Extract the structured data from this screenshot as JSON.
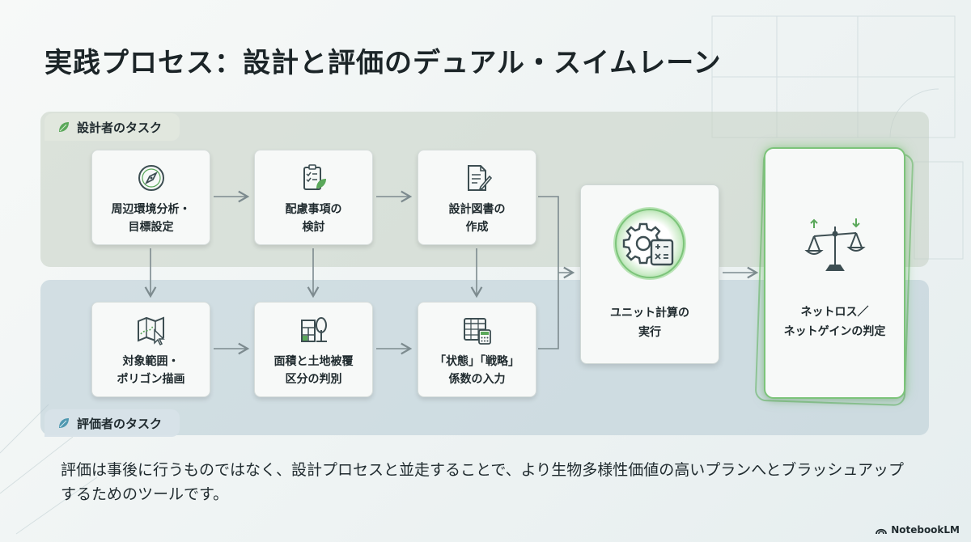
{
  "title": "実践プロセス：設計と評価のデュアル・スイムレーン",
  "lanes": {
    "designer": "設計者のタスク",
    "evaluator": "評価者のタスク"
  },
  "steps": {
    "survey": "周辺環境分析・\n目標設定",
    "consider": "配慮事項の\n検討",
    "drawing": "設計図書の\n作成",
    "polygon": "対象範囲・\nポリゴン描画",
    "area": "面積と土地被覆\n区分の判別",
    "coeff": "「状態」「戦略」\n係数の入力",
    "calc": "ユニット計算の\n実行",
    "judge": "ネットロス／\nネットゲインの判定"
  },
  "icons": {
    "survey": "compass-icon",
    "consider": "checklist-leaf-icon",
    "drawing": "document-pen-icon",
    "polygon": "map-cursor-icon",
    "area": "grid-tree-icon",
    "coeff": "spreadsheet-calculator-icon",
    "calc": "gear-calculator-icon",
    "judge": "balance-scale-icon"
  },
  "footer": "評価は事後に行うものではなく、設計プロセスと並走することで、より生物多様性価値の高いプランへとブラッシュアップするためのツールです。",
  "brand": "NotebookLM",
  "colors": {
    "accent_green": "#5aa85a",
    "icon_dark": "#3d4e52",
    "designer_lane": "#c4cfc2",
    "evaluator_lane": "#b7cad4"
  }
}
